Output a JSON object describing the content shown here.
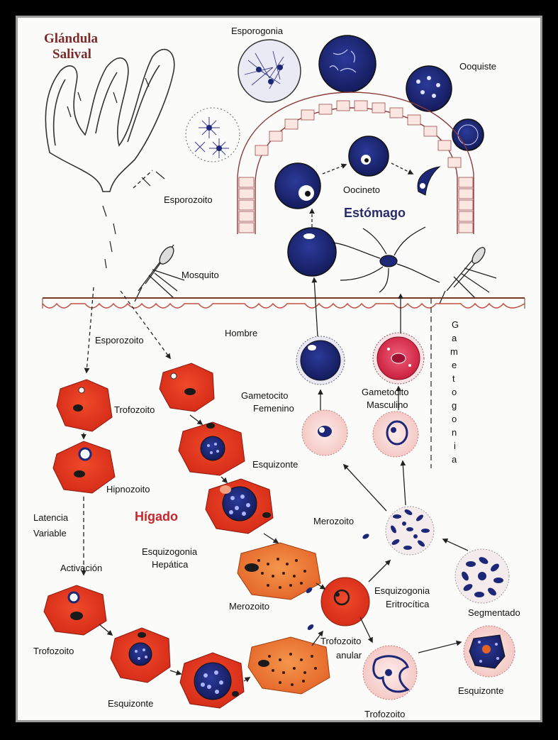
{
  "labels": {
    "glandula_line1": "Glándula",
    "glandula_line2": "Salival",
    "esporogonia": "Esporogonia",
    "ooquiste": "Ooquiste",
    "esporozoito_top": "Esporozoito",
    "oocineto": "Oocineto",
    "estomago": "Estómago",
    "mosquito": "Mosquito",
    "esporozoito_mid": "Esporozoito",
    "hombre": "Hombre",
    "gametogonia_letters": [
      "G",
      "a",
      "m",
      "e",
      "t",
      "o",
      "g",
      "o",
      "n",
      "i",
      "a"
    ],
    "gametocito_fem_line1": "Gametocito",
    "gametocito_fem_line2": "Femenino",
    "gametocito_masc_line1": "Gametocito",
    "gametocito_masc_line2": "Masculino",
    "trofozoito_liver": "Trofozoito",
    "esquizonte_mid": "Esquizonte",
    "hipnozoito": "Hipnozoito",
    "higado": "Hígado",
    "latencia_line1": "Latencia",
    "latencia_line2": "Variable",
    "merozoito_right": "Merozoito",
    "esquizogonia_hep_line1": "Esquizogonia",
    "esquizogonia_hep_line2": "Hepática",
    "activacion": "Activación",
    "merozoito_mid": "Merozoito",
    "esquizogonia_eri_line1": "Esquizogonia",
    "esquizogonia_eri_line2": "Eritrocítica",
    "segmentado": "Segmentado",
    "trofozoito_bottom_left": "Trofozoito",
    "trofozoito_anular_line1": "Trofozoito",
    "trofozoito_anular_line2": "anular",
    "esquizonte_bottom_left": "Esquizonte",
    "esquizonte_bottom_right": "Esquizonte",
    "trofozoito_bottom": "Trofozoito"
  },
  "colors": {
    "title_red": "#7a2a2a",
    "higado_red": "#c8242a",
    "estomago_blue": "#2a2a6a",
    "cell_red": "#e2381f",
    "nucleus_blue": "#1d2777",
    "pink_cell": "#f3c7c4"
  }
}
